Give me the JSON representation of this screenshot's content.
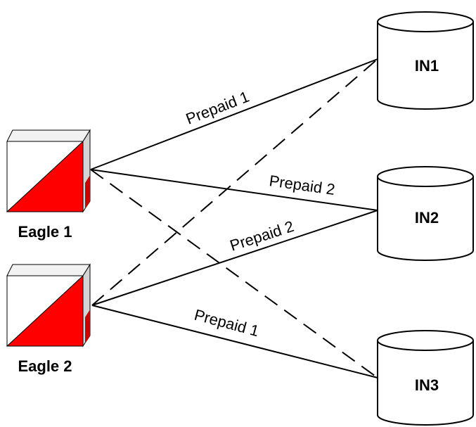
{
  "colors": {
    "background": "#ffffff",
    "cube_front_white": "#ffffff",
    "cube_front_red": "#ff0000",
    "cube_top": "#f2f2f2",
    "cube_side_light": "#d4d4d4",
    "cube_side_red": "#cc0000",
    "outline": "#000000",
    "line": "#000000"
  },
  "nodes": {
    "eagle1": {
      "label": "Eagle 1",
      "icon": "cube-icon"
    },
    "eagle2": {
      "label": "Eagle 2",
      "icon": "cube-icon"
    },
    "in1": {
      "label": "IN1",
      "icon": "database-cylinder-icon"
    },
    "in2": {
      "label": "IN2",
      "icon": "database-cylinder-icon"
    },
    "in3": {
      "label": "IN3",
      "icon": "database-cylinder-icon"
    }
  },
  "connections": [
    {
      "from": "Eagle 1",
      "to": "IN1",
      "style": "solid",
      "label": "Prepaid 1"
    },
    {
      "from": "Eagle 1",
      "to": "IN2",
      "style": "solid",
      "label": "Prepaid 2"
    },
    {
      "from": "Eagle 1",
      "to": "IN3",
      "style": "dashed",
      "label": ""
    },
    {
      "from": "Eagle 2",
      "to": "IN1",
      "style": "dashed",
      "label": ""
    },
    {
      "from": "Eagle 2",
      "to": "IN2",
      "style": "solid",
      "label": "Prepaid 2"
    },
    {
      "from": "Eagle 2",
      "to": "IN3",
      "style": "solid",
      "label": "Prepaid 1"
    }
  ]
}
